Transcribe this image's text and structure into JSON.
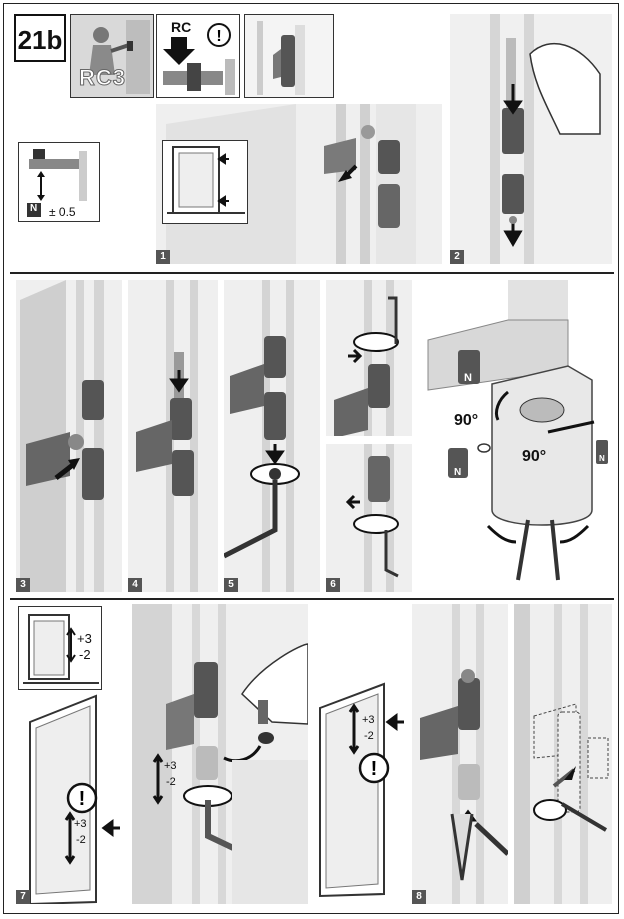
{
  "header": {
    "title": "21b",
    "rc3_badge": "RC3",
    "rc_label": "RC"
  },
  "tolerance": {
    "n_label": "N",
    "value": "± 0.5"
  },
  "angles": {
    "left": "90°",
    "right": "90°"
  },
  "adjust": {
    "plus": "+3",
    "minus": "-2"
  },
  "markers": {
    "n": "N"
  },
  "steps": [
    "1",
    "2",
    "3",
    "4",
    "5",
    "6",
    "7",
    "8"
  ],
  "icons": {
    "warning": "!"
  },
  "colors": {
    "hinge_dark": "#5a5a5a",
    "frame_grey": "#d8d8d8",
    "bg_grey": "#efefef",
    "ink": "#111111"
  }
}
